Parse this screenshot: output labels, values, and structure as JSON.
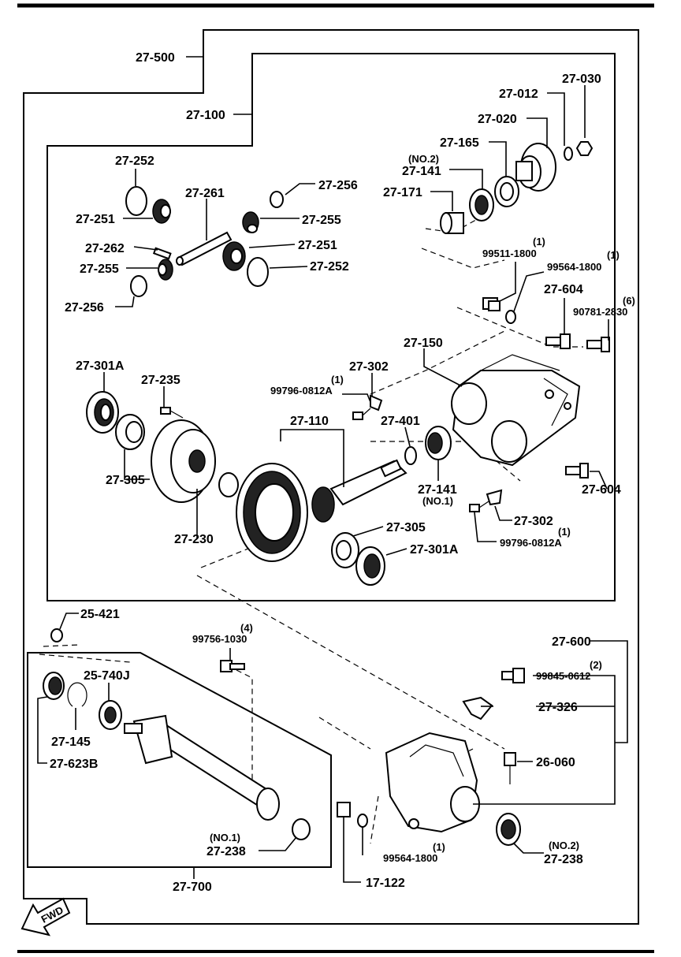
{
  "labels": {
    "l27_500": "27-500",
    "l27_100": "27-100",
    "l27_030": "27-030",
    "l27_012": "27-012",
    "l27_020": "27-020",
    "l27_165": "27-165",
    "l27_141_no2_tag": "(NO.2)",
    "l27_141_top": "27-141",
    "l27_171": "27-171",
    "l27_252_top": "27-252",
    "l27_256_top": "27-256",
    "l27_261": "27-261",
    "l27_251_top": "27-251",
    "l27_255_top": "27-255",
    "l27_262": "27-262",
    "l27_251_mid": "27-251",
    "l27_255_mid": "27-255",
    "l27_252_mid": "27-252",
    "l27_256_bot": "27-256",
    "q99511_qty": "(1)",
    "l99511": "99511-1800",
    "q99564_top_qty": "(1)",
    "l99564_top": "99564-1800",
    "l27_604_top": "27-604",
    "q90781_qty": "(6)",
    "l90781": "90781-2830",
    "l27_150": "27-150",
    "l27_301a_top": "27-301A",
    "l27_235": "27-235",
    "q99796_top_qty": "(1)",
    "l99796_top": "99796-0812A",
    "l27_302_top": "27-302",
    "l27_110": "27-110",
    "l27_401": "27-401",
    "l27_305_left": "27-305",
    "l27_141_mid": "27-141",
    "l27_141_no1_tag": "(NO.1)",
    "l27_604_right": "27-604",
    "l27_230": "27-230",
    "l27_302_bot": "27-302",
    "q99796_bot_qty": "(1)",
    "l99796_bot": "99796-0812A",
    "l27_305_bot": "27-305",
    "l27_301a_bot": "27-301A",
    "l25_421": "25-421",
    "q99756_qty": "(4)",
    "l99756": "99756-1030",
    "l27_600": "27-600",
    "l25_740j": "25-740J",
    "q99845_qty": "(2)",
    "l99845": "99845-0612",
    "l27_326": "27-326",
    "l27_145": "27-145",
    "l27_623b": "27-623B",
    "l26_060": "26-060",
    "l27_238_no1_tag": "(NO.1)",
    "l27_238_left": "27-238",
    "q99564_bot_qty": "(1)",
    "l99564_bot": "99564-1800",
    "l27_238_no2_tag": "(NO.2)",
    "l27_238_right": "27-238",
    "l27_700": "27-700",
    "l17_122": "17-122",
    "fwd": "FWD"
  },
  "colors": {
    "line": "#000000",
    "background": "#ffffff"
  }
}
